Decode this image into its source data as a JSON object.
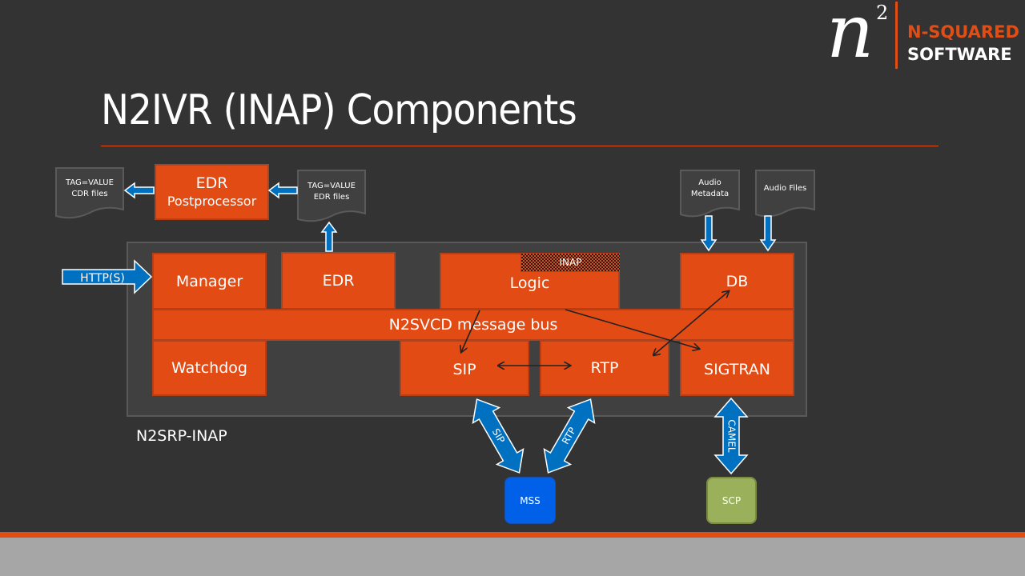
{
  "logo": {
    "n": "n",
    "sup": "2",
    "line1": "N-SQUARED",
    "line2": "SOFTWARE"
  },
  "title": "N2IVR (INAP) Components",
  "docs": {
    "cdr_files": [
      "TAG=VALUE",
      "CDR files"
    ],
    "edr_files": [
      "TAG=VALUE",
      "EDR files"
    ],
    "audio_metadata": [
      "Audio",
      "Metadata"
    ],
    "audio_files": [
      "Audio Files"
    ]
  },
  "edr_postprocessor": {
    "line1": "EDR",
    "line2": "Postprocessor"
  },
  "container_label": "N2SRP-INAP",
  "components": {
    "manager": "Manager",
    "edr": "EDR",
    "logic": "Logic",
    "inap": "INAP",
    "db": "DB",
    "bus": "N2SVCD message bus",
    "watchdog": "Watchdog",
    "sip": "SIP",
    "rtp": "RTP",
    "sigtran": "SIGTRAN"
  },
  "arrows": {
    "http": "HTTP(S)",
    "sip": "SIP",
    "rtp": "RTP",
    "camel": "CAMEL"
  },
  "external_nodes": {
    "mss": "MSS",
    "scp": "SCP"
  },
  "colors": {
    "orange": "#e34b14",
    "blue_arrow": "#0070c0",
    "mss": "#0061e8",
    "scp": "#9bb05a",
    "background": "#333333"
  }
}
